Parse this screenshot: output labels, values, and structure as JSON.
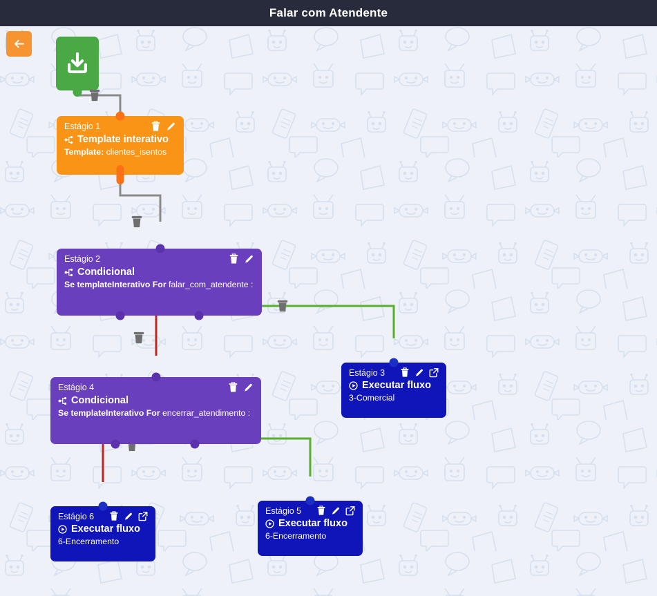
{
  "header": {
    "title": "Falar com Atendente"
  },
  "toolbar": {
    "back_label": "Voltar",
    "back_icon": "arrow-left-icon"
  },
  "canvas": {
    "background_color": "#eef2f8",
    "pattern": "chatbot-robot-speech-bubble-outline-pattern"
  },
  "colors": {
    "header_bg": "#272b3b",
    "accent_orange": "#fa9417",
    "node_orange": "#fa9417",
    "node_purple": "#6a3fbd",
    "node_blue": "#0f15b8",
    "node_green": "#4aa845",
    "edge_gray": "#8a8a8a",
    "edge_red": "#c0261f",
    "edge_green": "#58af2c",
    "badge_false": "#e02b27",
    "badge_true": "#5cb02c"
  },
  "start_node": {
    "name": "start-node",
    "icon": "inbox-download-icon",
    "color": "#4aa845"
  },
  "nodes": [
    {
      "id": "estagio1",
      "stage": "Estágio 1",
      "type": "Template interativo",
      "type_icon": "branch-icon",
      "sub_label": "Template:",
      "sub_value": "clientes_isentos",
      "color": "node-orange",
      "actions": [
        "trash-icon",
        "pencil-icon"
      ]
    },
    {
      "id": "estagio2",
      "stage": "Estágio 2",
      "type": "Condicional",
      "type_icon": "branch-icon",
      "sub_label": "Se templateInterativo For",
      "sub_value": "falar_com_atendente :",
      "color": "node-purple",
      "actions": [
        "trash-icon",
        "pencil-icon"
      ]
    },
    {
      "id": "estagio3",
      "stage": "Estágio 3",
      "type": "Executar fluxo",
      "type_icon": "play-circle-icon",
      "sub_label": "",
      "sub_value": "3-Comercial",
      "color": "node-blue",
      "actions": [
        "trash-icon",
        "pencil-icon",
        "external-link-icon"
      ]
    },
    {
      "id": "estagio4",
      "stage": "Estágio 4",
      "type": "Condicional",
      "type_icon": "branch-icon",
      "sub_label": "Se templateInterativo For",
      "sub_value": "encerrar_atendimento :",
      "color": "node-purple",
      "actions": [
        "trash-icon",
        "pencil-icon"
      ]
    },
    {
      "id": "estagio5",
      "stage": "Estágio 5",
      "type": "Executar fluxo",
      "type_icon": "play-circle-icon",
      "sub_label": "",
      "sub_value": "6-Encerramento",
      "color": "node-blue",
      "actions": [
        "trash-icon",
        "pencil-icon",
        "external-link-icon"
      ]
    },
    {
      "id": "estagio6",
      "stage": "Estágio 6",
      "type": "Executar fluxo",
      "type_icon": "play-circle-icon",
      "sub_label": "",
      "sub_value": "6-Encerramento",
      "color": "node-blue",
      "actions": [
        "trash-icon",
        "pencil-icon",
        "external-link-icon"
      ]
    }
  ],
  "branch_badges": [
    {
      "id": "badge-2-false",
      "kind": "false",
      "glyph": "✖",
      "from": "Estágio 2"
    },
    {
      "id": "badge-2-true",
      "kind": "true",
      "glyph": "✔",
      "from": "Estágio 2"
    },
    {
      "id": "badge-4-false",
      "kind": "false",
      "glyph": "✖",
      "from": "Estágio 4"
    },
    {
      "id": "badge-4-true",
      "kind": "true",
      "glyph": "✔",
      "from": "Estágio 4"
    }
  ],
  "edge_handles": [
    {
      "id": "edge-trash-start-1",
      "icon": "trash-icon"
    },
    {
      "id": "edge-trash-1-2",
      "icon": "trash-icon"
    },
    {
      "id": "edge-trash-2-false",
      "icon": "trash-icon"
    },
    {
      "id": "edge-trash-2-true",
      "icon": "trash-icon"
    },
    {
      "id": "edge-trash-4-false",
      "icon": "trash-icon"
    },
    {
      "id": "edge-trash-4-true",
      "icon": "trash-icon"
    }
  ]
}
